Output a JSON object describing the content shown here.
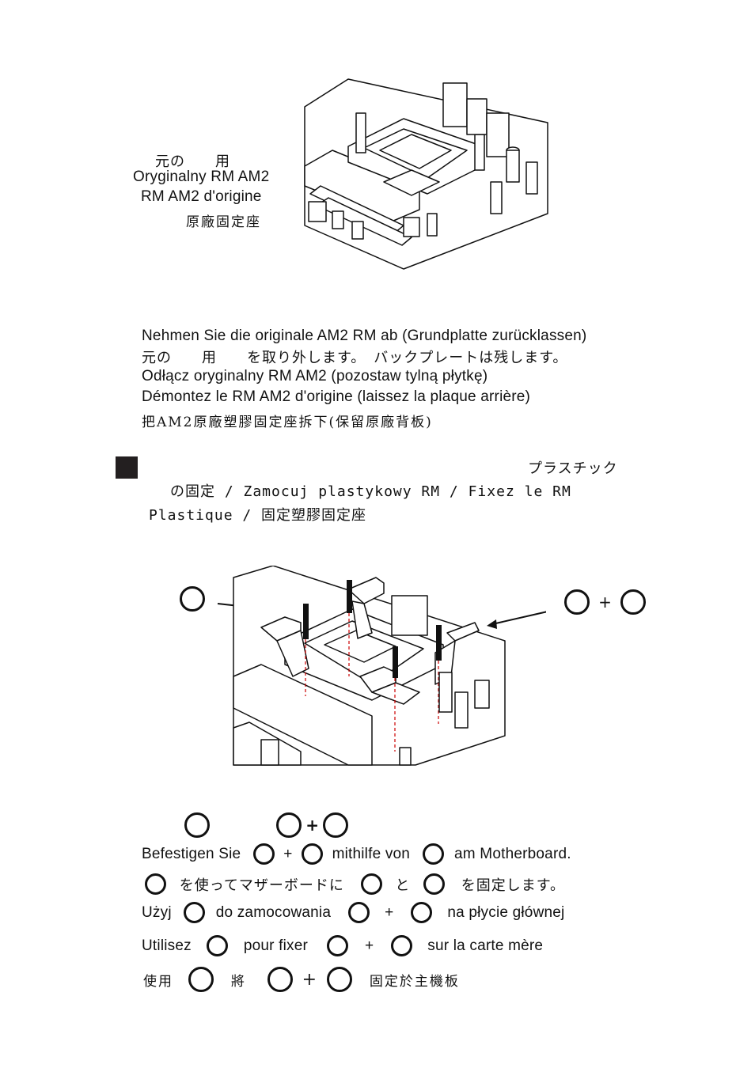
{
  "section1": {
    "label_jp": "元の　　用",
    "label_pl": "Oryginalny RM AM2",
    "label_fr": "RM AM2 d'origine",
    "label_zh": "原廠固定座"
  },
  "step1": {
    "de": "Nehmen Sie die originale AM2 RM ab (Grundplatte zurücklassen)",
    "jp": "元の　　用　　を取り外します。　バックプレートは残します。",
    "pl": "Odłącz oryginalny RM AM2 (pozostaw tylną płytkę)",
    "fr": "Démontez le RM AM2 d'origine (laissez la plaque arrière)",
    "zh": "把AM2原廠塑膠固定座拆下(保留原廠背板)"
  },
  "step2": {
    "heading_right": "プラスチック",
    "heading_line2": "　の固定 / Zamocuj plastykowy RM / Fixez le RM",
    "heading_line3": "Plastique / 固定塑膠固定座"
  },
  "diagram2": {
    "plus": "+"
  },
  "step3": {
    "top_plus": "+",
    "de_a": "Befestigen Sie",
    "de_plus": "+",
    "de_b": "mithilfe von",
    "de_c": "am Motherboard.",
    "jp_a": "を使ってマザーボードに",
    "jp_b": "と",
    "jp_c": "を固定します。",
    "pl_a": "Użyj",
    "pl_b": "do zamocowania",
    "pl_plus": "+",
    "pl_c": "na płycie głównej",
    "fr_a": "Utilisez",
    "fr_b": "pour fixer",
    "fr_plus": "+",
    "fr_c": "sur la carte mère",
    "zh_a": "使用",
    "zh_b": "將",
    "zh_plus": "+",
    "zh_c": "固定於主機板"
  }
}
